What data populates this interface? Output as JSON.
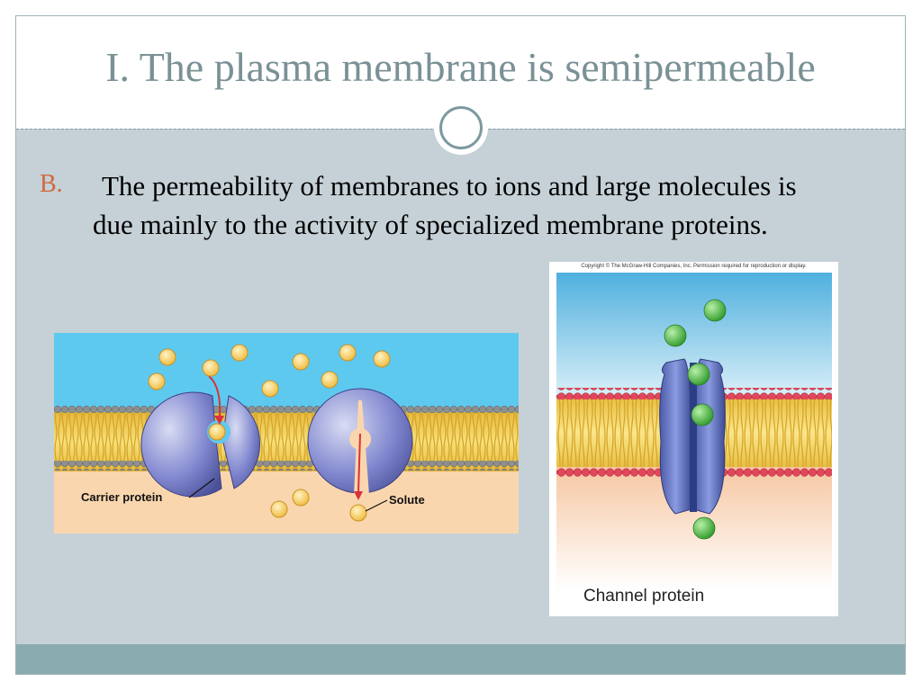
{
  "slide": {
    "title": "I. The plasma membrane is semipermeable",
    "bullet": {
      "marker": "B.",
      "text": "The permeability of membranes to ions and large molecules is due mainly to the activity of specialized membrane proteins."
    }
  },
  "figures": {
    "carrier": {
      "carrier_label": "Carrier protein",
      "solute_label": "Solute"
    },
    "channel": {
      "copyright": "Copyright © The McGraw-Hill Companies, Inc. Permission required for reproduction or display.",
      "caption": "Channel protein"
    }
  },
  "colors": {
    "title": "#7a9196",
    "marker": "#d06a3c",
    "content_bg": "#c5d1d7",
    "footer": "#8aabb0",
    "lipid_head_gray": "#8f8f8f",
    "lipid_head_red": "#e0475a",
    "protein": "#6f78c4",
    "solute": "#f6cc55",
    "ion": "#47b23f"
  },
  "icons": [
    "circle-ornament-icon"
  ]
}
